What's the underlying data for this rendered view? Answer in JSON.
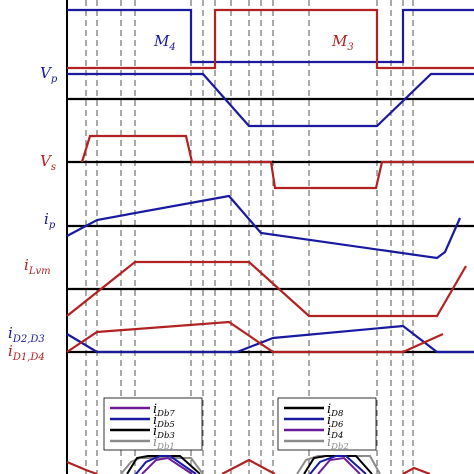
{
  "colors": {
    "blue": "#1a1aa0",
    "red": "#b22222",
    "black": "#000000",
    "purple": "#6a1b9a",
    "gray": "#8c8c8c",
    "dash": "#444444"
  },
  "labels": {
    "m4": "M",
    "m4_sub": "4",
    "m3": "M",
    "m3_sub": "3",
    "vp": "V",
    "vp_sub": "p",
    "vs": "V",
    "vs_sub": "s",
    "ip": "i",
    "ip_sub": "p",
    "ilvm": "i",
    "ilvm_sub": "Lvm",
    "id23": "i",
    "id23_sub": "D2,D3",
    "id14": "i",
    "id14_sub": "D1,D4"
  },
  "legend_left": [
    {
      "main": "i",
      "sub": "Db7",
      "color": "#6a1b9a"
    },
    {
      "main": "i",
      "sub": "Db5",
      "color": "#1a1aa0"
    },
    {
      "main": "i",
      "sub": "Db3",
      "color": "#000000"
    },
    {
      "main": "i",
      "sub": "Db1",
      "color": "#8c8c8c"
    }
  ],
  "legend_right": [
    {
      "main": "i",
      "sub": "D8",
      "color": "#000000"
    },
    {
      "main": "i",
      "sub": "D6",
      "color": "#1a1aa0"
    },
    {
      "main": "i",
      "sub": "D4",
      "color": "#6a1b9a"
    },
    {
      "main": "i",
      "sub": "Db2",
      "color": "#8c8c8c"
    }
  ]
}
